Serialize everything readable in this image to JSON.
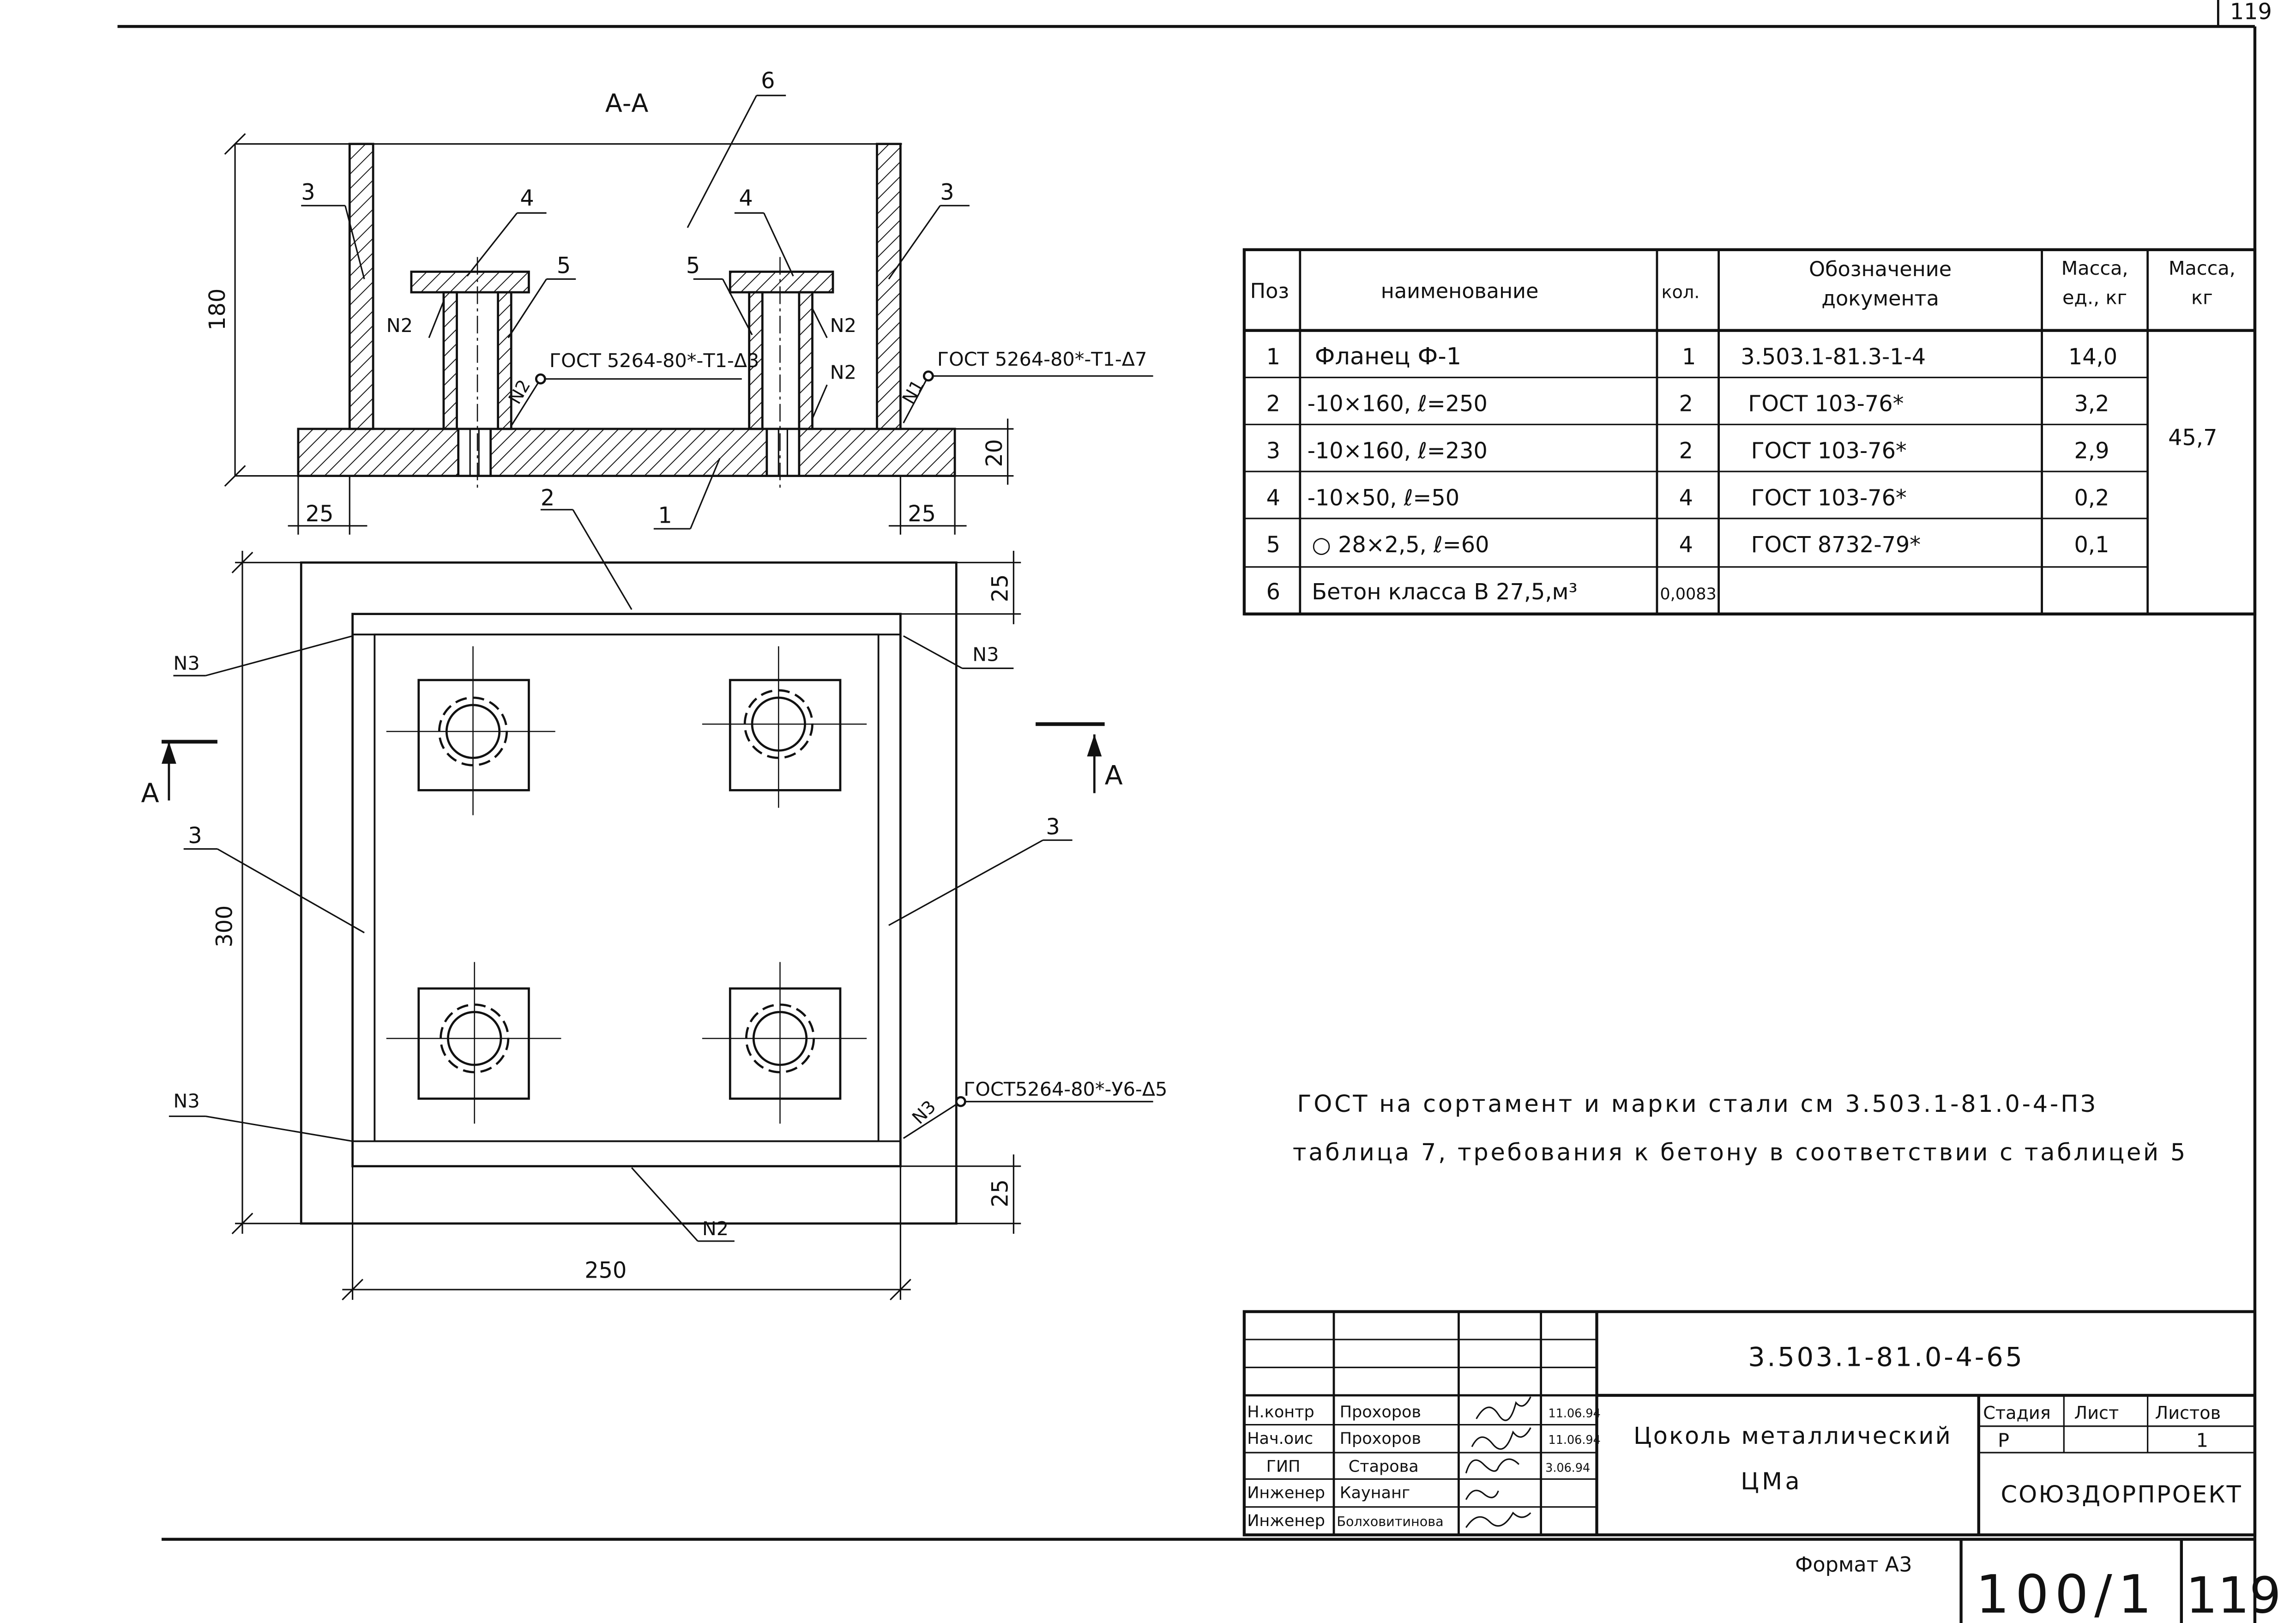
{
  "section": {
    "title": "А-А",
    "dim_height": "180",
    "dim_thickness": "20",
    "dim_left": "25",
    "dim_right": "25",
    "pos_labels": [
      "1",
      "2",
      "3",
      "3",
      "4",
      "4",
      "5",
      "5",
      "6"
    ],
    "weld_labels": [
      "N2",
      "N2",
      "N2",
      "N2",
      "N1"
    ],
    "gost_left": "ГОСТ 5264-80*-Т1-Δ3",
    "gost_right": "ГОСТ 5264-80*-Т1-Δ7"
  },
  "plan": {
    "dim_height": "300",
    "dim_width": "250",
    "dim_top": "25",
    "dim_bottom": "25",
    "cut_mark": "А",
    "pos_labels": [
      "3",
      "3"
    ],
    "weld_labels": [
      "N3",
      "N3",
      "N3",
      "N3",
      "N2"
    ],
    "gost": "ГОСТ5264-80*-У6-Δ5"
  },
  "spec": {
    "headers": [
      "Поз",
      "наименование",
      "кол.",
      "Обозначение документа",
      "Масса, ед., кг",
      "Масса, кг"
    ],
    "rows": [
      [
        "1",
        "Фланец Ф-1",
        "1",
        "3.503.1-81.3-1-4",
        "14,0"
      ],
      [
        "2",
        "-10×160, ℓ=250",
        "2",
        "ГОСТ 103-76*",
        "3,2"
      ],
      [
        "3",
        "-10×160, ℓ=230",
        "2",
        "ГОСТ 103-76*",
        "2,9"
      ],
      [
        "4",
        "-10×50, ℓ=50",
        "4",
        "ГОСТ 103-76*",
        "0,2"
      ],
      [
        "5",
        "○ 28×2,5, ℓ=60",
        "4",
        "ГОСТ 8732-79*",
        "0,1"
      ],
      [
        "6",
        "Бетон класса В 27,5,м³",
        "0,0083",
        "",
        ""
      ]
    ],
    "total_mass": "45,7"
  },
  "note": {
    "line1": "ГОСТ на сортамент и марки стали см 3.503.1-81.0-4-ПЗ",
    "line2": "таблица 7, требования к бетону в соответствии с таблицей 5"
  },
  "title_block": {
    "code": "3.503.1-81.0-4-65",
    "name_line1": "Цоколь металлический",
    "name_line2": "ЦМа",
    "stage_label": "Стадия",
    "sheet_label": "Лист",
    "sheets_label": "Листов",
    "stage": "Р",
    "sheets": "1",
    "org": "СОЮЗДОРПРОЕКТ",
    "people": [
      {
        "role": "Н.контр",
        "name": "Прохоров",
        "date": "11.06.94"
      },
      {
        "role": "Нач.оис",
        "name": "Прохоров",
        "date": "11.06.94"
      },
      {
        "role": "ГИП",
        "name": "Старова",
        "date": "3.06.94"
      },
      {
        "role": "Инженер",
        "name": "Каунанг",
        "date": ""
      },
      {
        "role": "Инженер",
        "name": "Болховитинова",
        "date": ""
      }
    ]
  },
  "footer": {
    "format": "Формат А3",
    "number": "100/1",
    "page": "119",
    "page_top": "119"
  }
}
